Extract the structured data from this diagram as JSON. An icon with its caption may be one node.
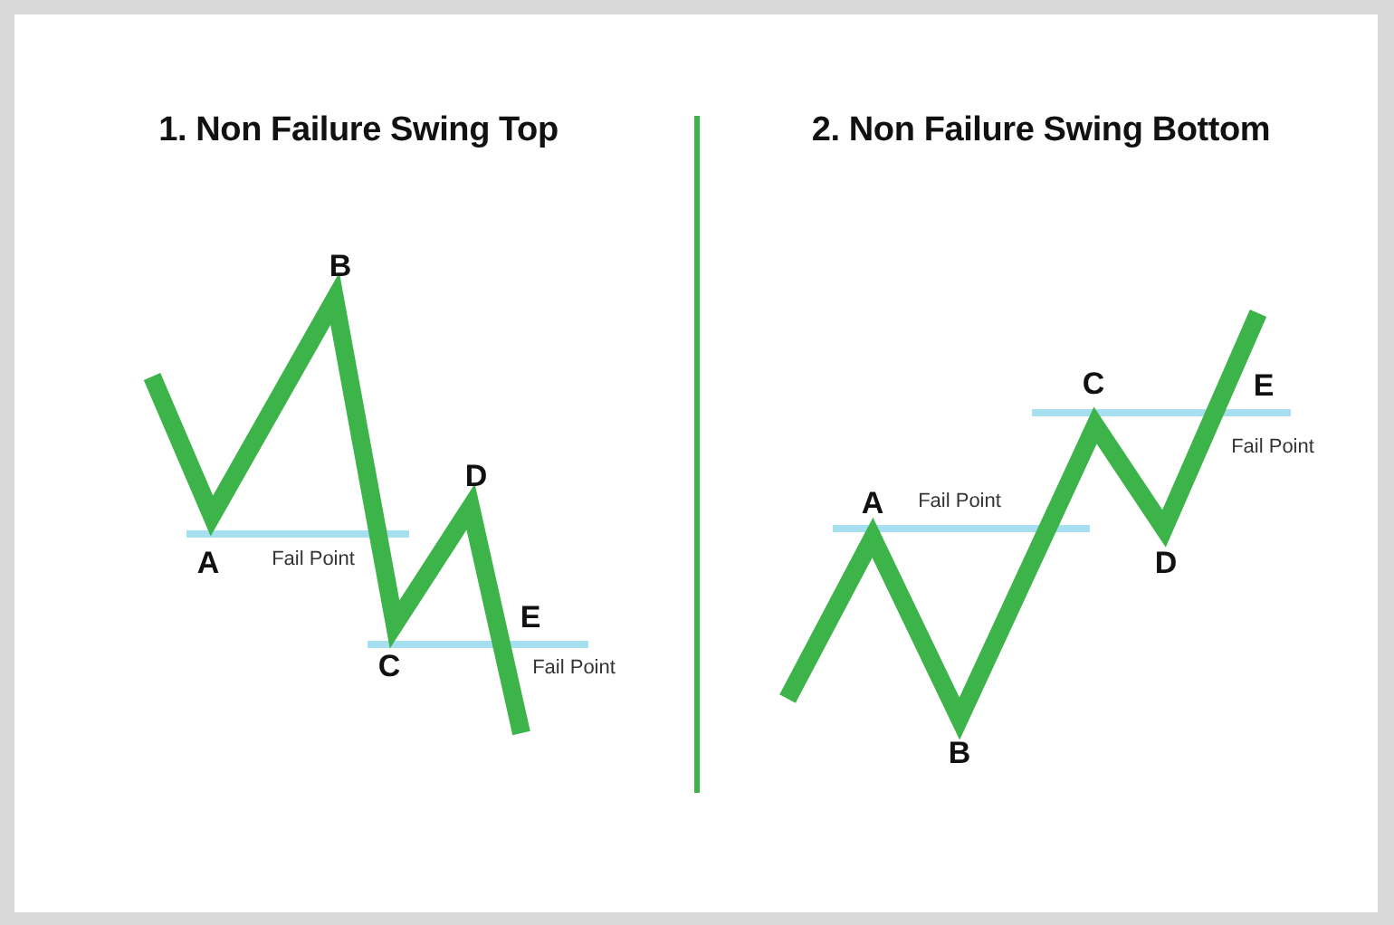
{
  "diagram": {
    "labels": [
      "1. Non Failure Swing Top",
      "B",
      "D",
      "A",
      "Fail Point",
      "E",
      "C",
      "Fail Point",
      "2. Non Failure Swing Bottom",
      "C",
      "E",
      "Fail Point",
      "A",
      "Fail Point",
      "D",
      "B"
    ]
  }
}
